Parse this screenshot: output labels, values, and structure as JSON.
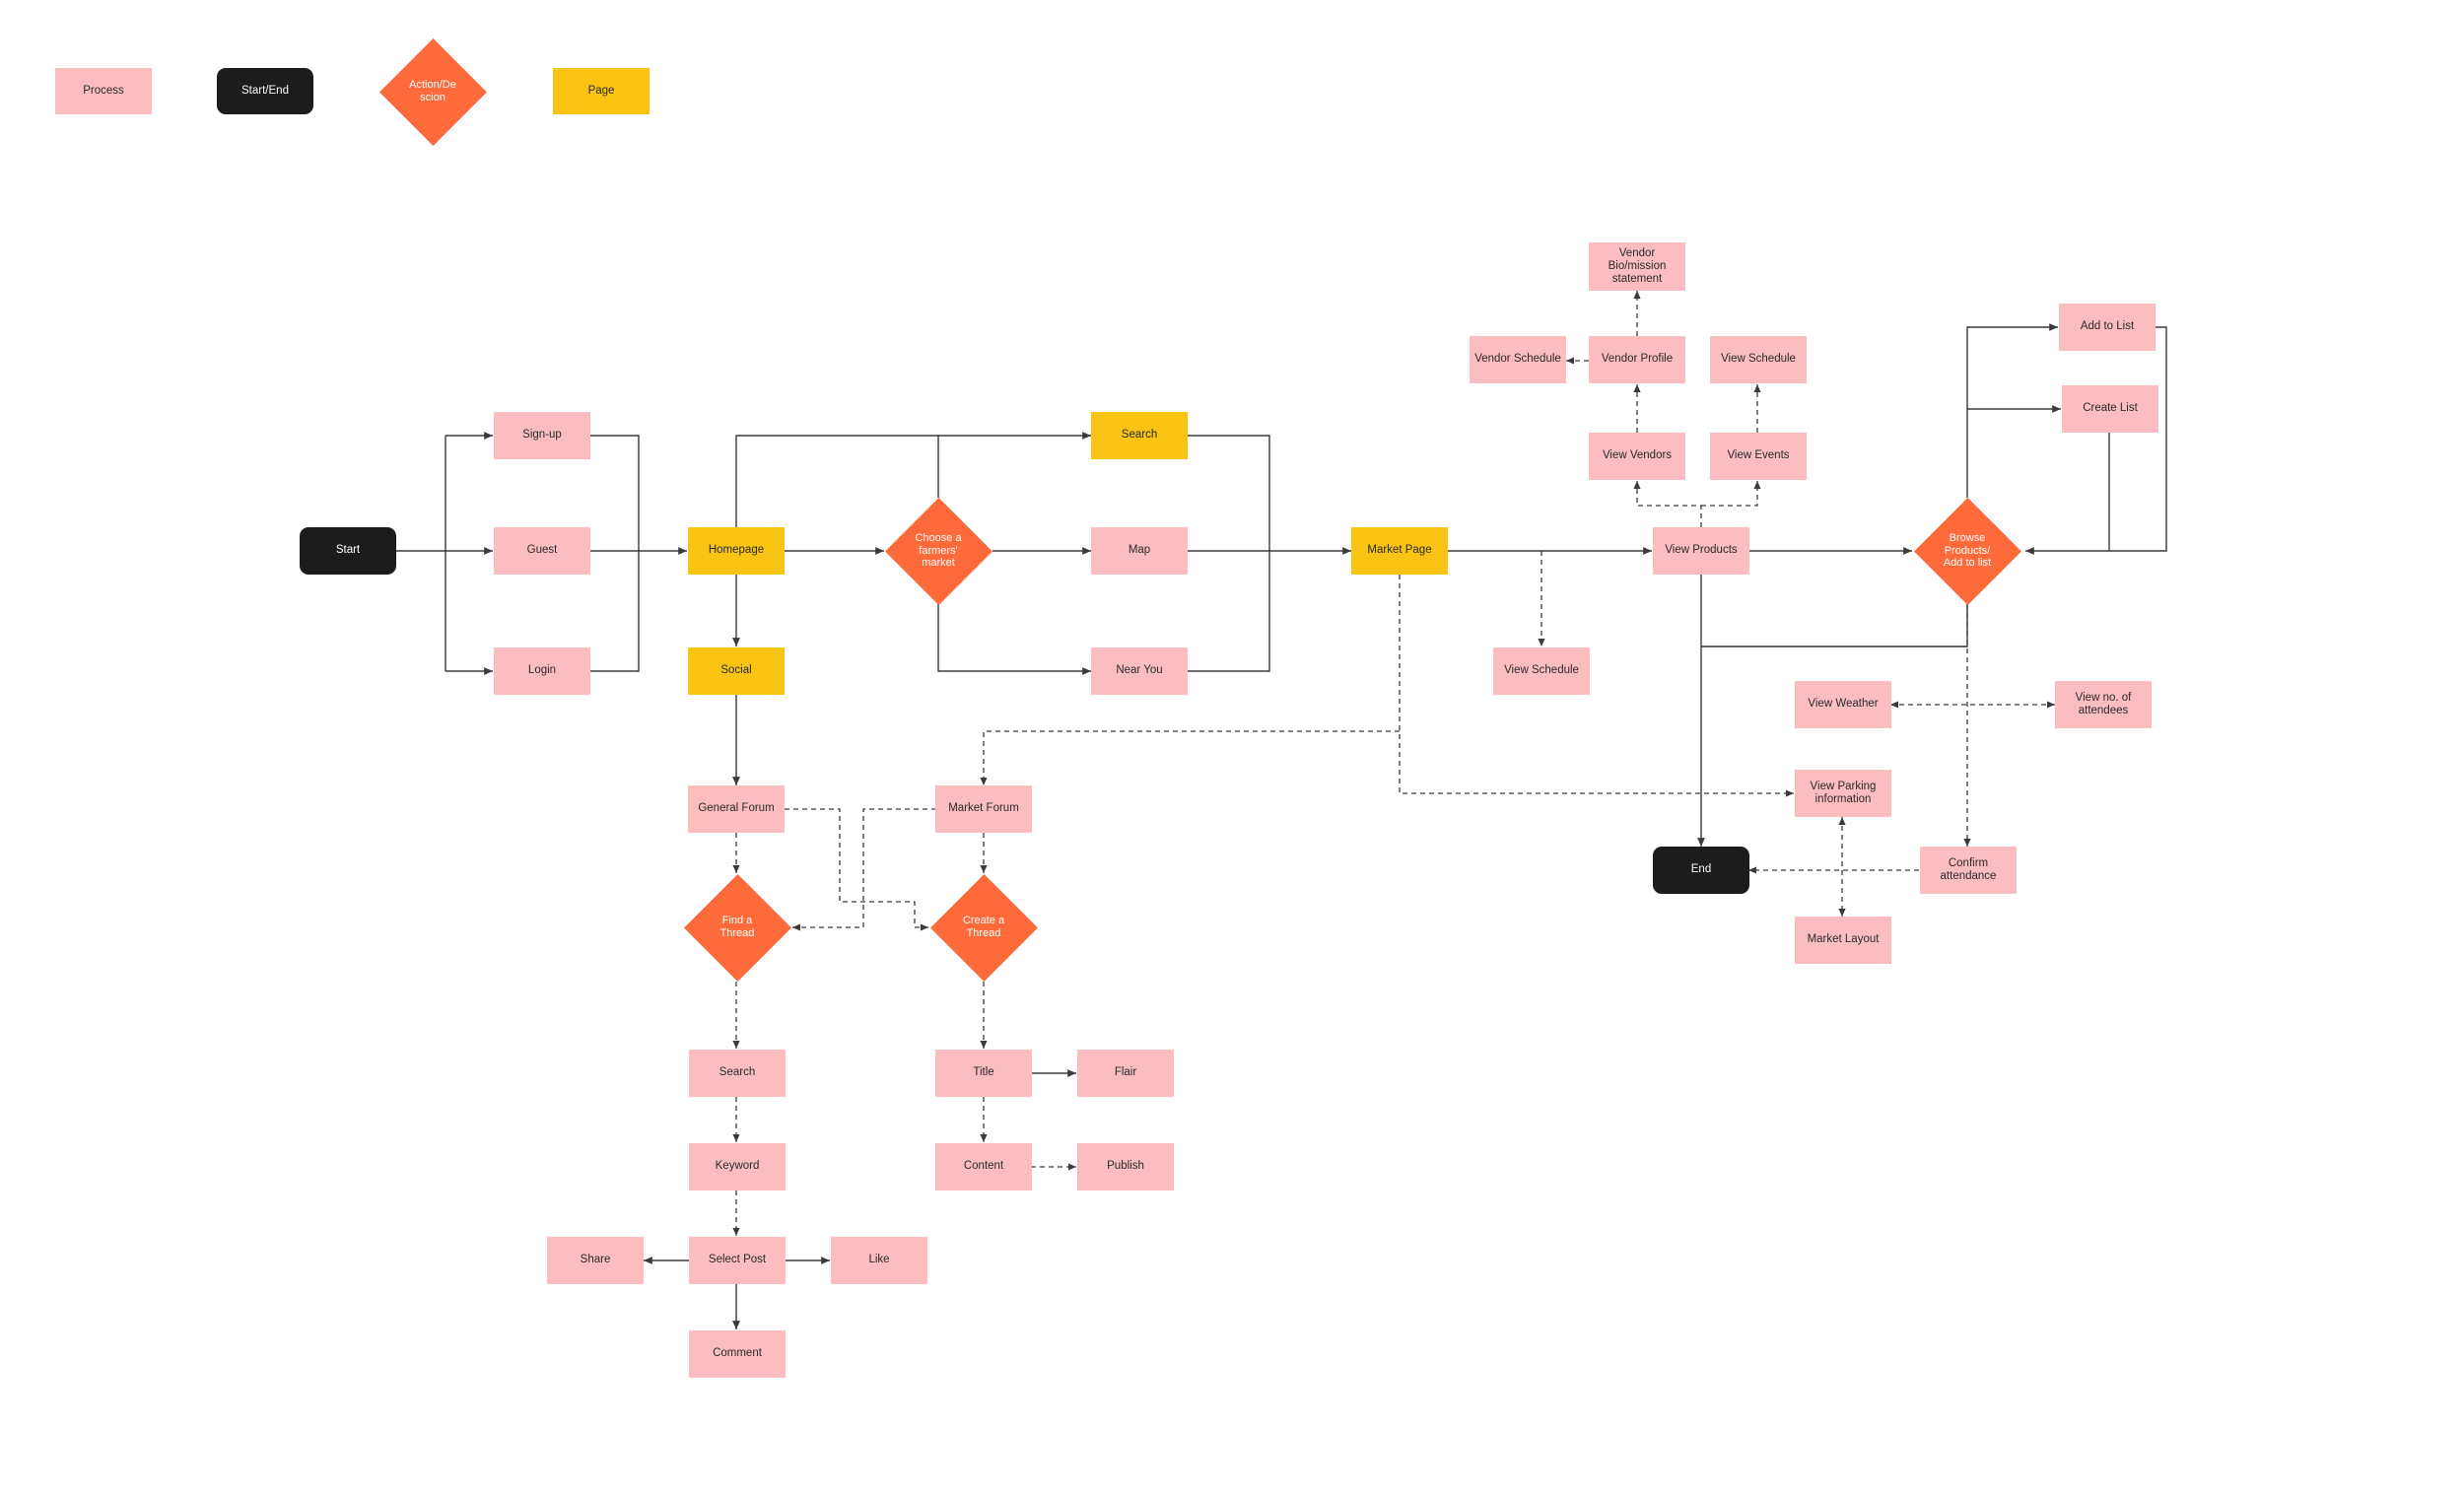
{
  "colors": {
    "process": "#fbbdc0",
    "page": "#f9c414",
    "terminal": "#1c1c1c",
    "decision": "#ff6a3a",
    "line": "#3a3a3a"
  },
  "legend": {
    "process": "Process",
    "terminal": "Start/End",
    "decision": "Action/De\nscion",
    "page": "Page"
  },
  "nodes": {
    "start": "Start",
    "signup": "Sign-up",
    "guest": "Guest",
    "login": "Login",
    "homepage": "Homepage",
    "social": "Social",
    "choose_market": "Choose a\nfarmers'\nmarket",
    "search_top": "Search",
    "map": "Map",
    "near_you": "Near You",
    "market_page": "Market Page",
    "view_schedule_market": "View Schedule",
    "view_products": "View Products",
    "view_vendors": "View Vendors",
    "vendor_profile": "Vendor Profile",
    "vendor_bio": "Vendor\nBio/mission\nstatement",
    "vendor_schedule": "Vendor Schedule",
    "view_events": "View Events",
    "view_schedule_events": "View Schedule",
    "browse_products": "Browse\nProducts/\nAdd to list",
    "add_to_list": "Add to List",
    "create_list": "Create List",
    "view_weather": "View Weather",
    "view_attendees": "View no. of\nattendees",
    "view_parking": "View Parking\ninformation",
    "confirm_attendance": "Confirm\nattendance",
    "end": "End",
    "market_layout": "Market Layout",
    "general_forum": "General Forum",
    "market_forum": "Market Forum",
    "find_thread": "Find a\nThread",
    "create_thread": "Create a\nThread",
    "search_forum": "Search",
    "keyword": "Keyword",
    "select_post": "Select Post",
    "share": "Share",
    "like": "Like",
    "comment": "Comment",
    "title": "Title",
    "flair": "Flair",
    "content": "Content",
    "publish": "Publish"
  }
}
